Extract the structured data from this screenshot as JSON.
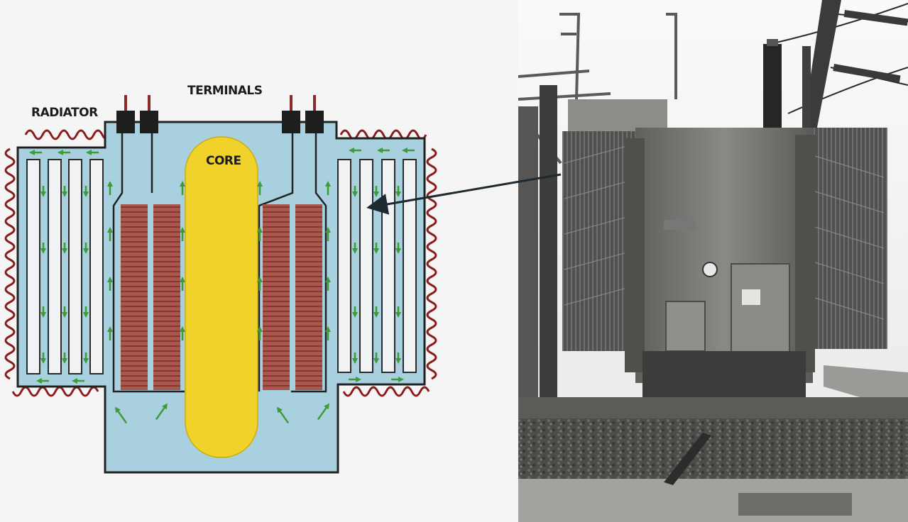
{
  "labels": {
    "radiator": "RADIATOR",
    "terminals": "TERMINALS",
    "core": "CORE"
  },
  "colors": {
    "background": "#f4f5f4",
    "oil": "#a8d0de",
    "tank_outline": "#222222",
    "core": "#f0d22a",
    "winding": "#a8574c",
    "heat_wave": "#8a1c1c",
    "flow_arrow": "#3f9a3a",
    "fin": "#f0f2f3",
    "bushing": "#1e1e1e",
    "terminal_lead": "#8b2a2a"
  },
  "icons": {
    "heat": "heat-wave-icon",
    "oil_flow": "oil-flow-arrow-icon",
    "pointer": "pointer-arrow-icon"
  }
}
